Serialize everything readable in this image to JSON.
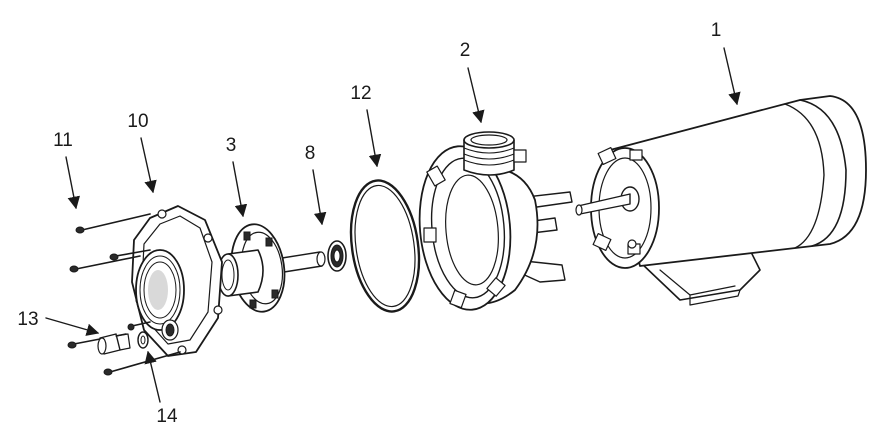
{
  "callouts": [
    {
      "id": "1",
      "label": "1"
    },
    {
      "id": "2",
      "label": "2"
    },
    {
      "id": "3",
      "label": "3"
    },
    {
      "id": "8",
      "label": "8"
    },
    {
      "id": "10",
      "label": "10"
    },
    {
      "id": "11",
      "label": "11"
    },
    {
      "id": "12",
      "label": "12"
    },
    {
      "id": "13",
      "label": "13"
    },
    {
      "id": "14",
      "label": "14"
    }
  ],
  "colors": {
    "line": "#1a1a1a",
    "shade": "#d9d9d9",
    "background": "#ffffff"
  }
}
